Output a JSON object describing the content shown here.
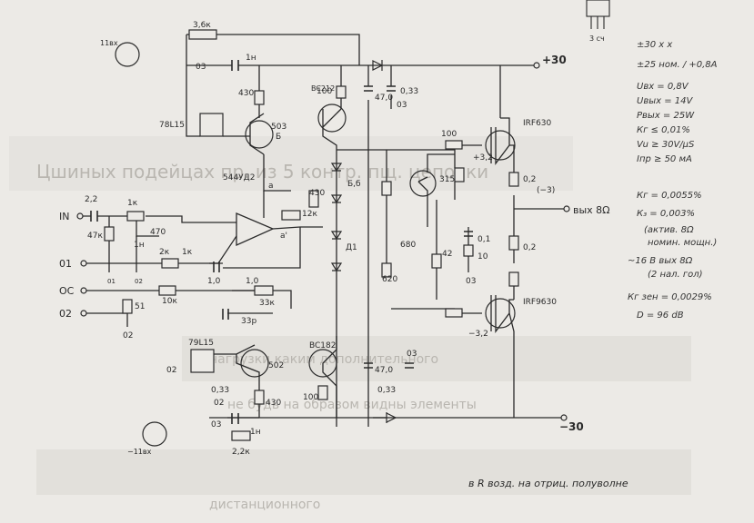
{
  "colors": {
    "paper": "#eceae6",
    "ink": "#2a2a2a",
    "bleed": "#b9b6b0",
    "shade": "#d6d4cf"
  },
  "labels": {
    "top_res": "3,6к",
    "c_top": "03",
    "c_top2": "1н",
    "r_430_a": "430",
    "r_100_a": "100",
    "c_cap_a": "47,0",
    "c_033_a": "0,33",
    "c_03_a": "03",
    "reg_top": "78L15",
    "q503": "503",
    "q503_sub": "Б",
    "bc212": "BC212",
    "irf630": "IRF630",
    "r100_gate": "100",
    "r02_a": "0,2",
    "v_plus30": "+30",
    "opamp": "544УД2",
    "c22": "2,2",
    "r1k": "1к",
    "r47k_a": "47к",
    "c1n": "1н",
    "r470": "470",
    "r2k": "2к",
    "r1k_b": "1к",
    "in": "IN",
    "o1": "01",
    "oc": "OC",
    "o2": "02",
    "r10k": "10к",
    "r51": "51",
    "o2_b": "02",
    "c1_0": "1,0",
    "r1_0": "1,0",
    "r33k": "33к",
    "c33p": "33р",
    "d_vd": "Д1",
    "r430_b": "430",
    "r_d1": "Б,б",
    "r12k": "12к",
    "a_lbl": "а",
    "a_prime": "а'",
    "q315": "315",
    "r_minus3": "(−3)",
    "out": "вых 8Ω",
    "r680": "680",
    "r620": "620",
    "r42": "42",
    "c01": "0,1",
    "r10": "10",
    "r03": "03",
    "r0_2b": "0,2",
    "v_p32": "+3,2",
    "v_m32": "−3,2",
    "irf9630": "IRF9630",
    "reg_bot": "79L15",
    "q502": "502",
    "bc182": "BC182",
    "c033b": "0,33",
    "c02b": "02",
    "r430_c": "430",
    "c03b": "03",
    "c1n_b": "1н",
    "r2_2k": "2,2к",
    "r100_b": "100",
    "c47_b": "47,0",
    "c033c": "0,33",
    "c03c": "03",
    "v_minus30": "−30",
    "bottom_note": "в R возд. на отриц. полуволне",
    "r_top_left": "11вх",
    "bot_left_lbl": "−11вх",
    "top_right_tag": "3 сч",
    "small_02": "02",
    "small_01": "01",
    "small_02b": "02"
  },
  "notes": [
    "±30 х х",
    "±25 ном. / +0,8А",
    "Uвх = 0,8V",
    "Uвых = 14V",
    "Pвых = 25W",
    "Кг ≤ 0,01%",
    "Vu ≥ 30V/μS",
    "Iпр ≥ 50 мА",
    "Кг = 0,0055%",
    "К₃ = 0,003%",
    "(актив. 8Ω",
    "номин. мощн.)",
    "~16 В вых 8Ω",
    "(2 нал. гол)",
    "Кг зен = 0,0029%",
    "D = 96 dB"
  ],
  "bleed": [
    "Цшиных подейцах пр. из 5 контр. пщ. цепочки",
    "нагрузки каким дополнительного",
    "не будь на образом видны элементы",
    "дистанционного"
  ]
}
